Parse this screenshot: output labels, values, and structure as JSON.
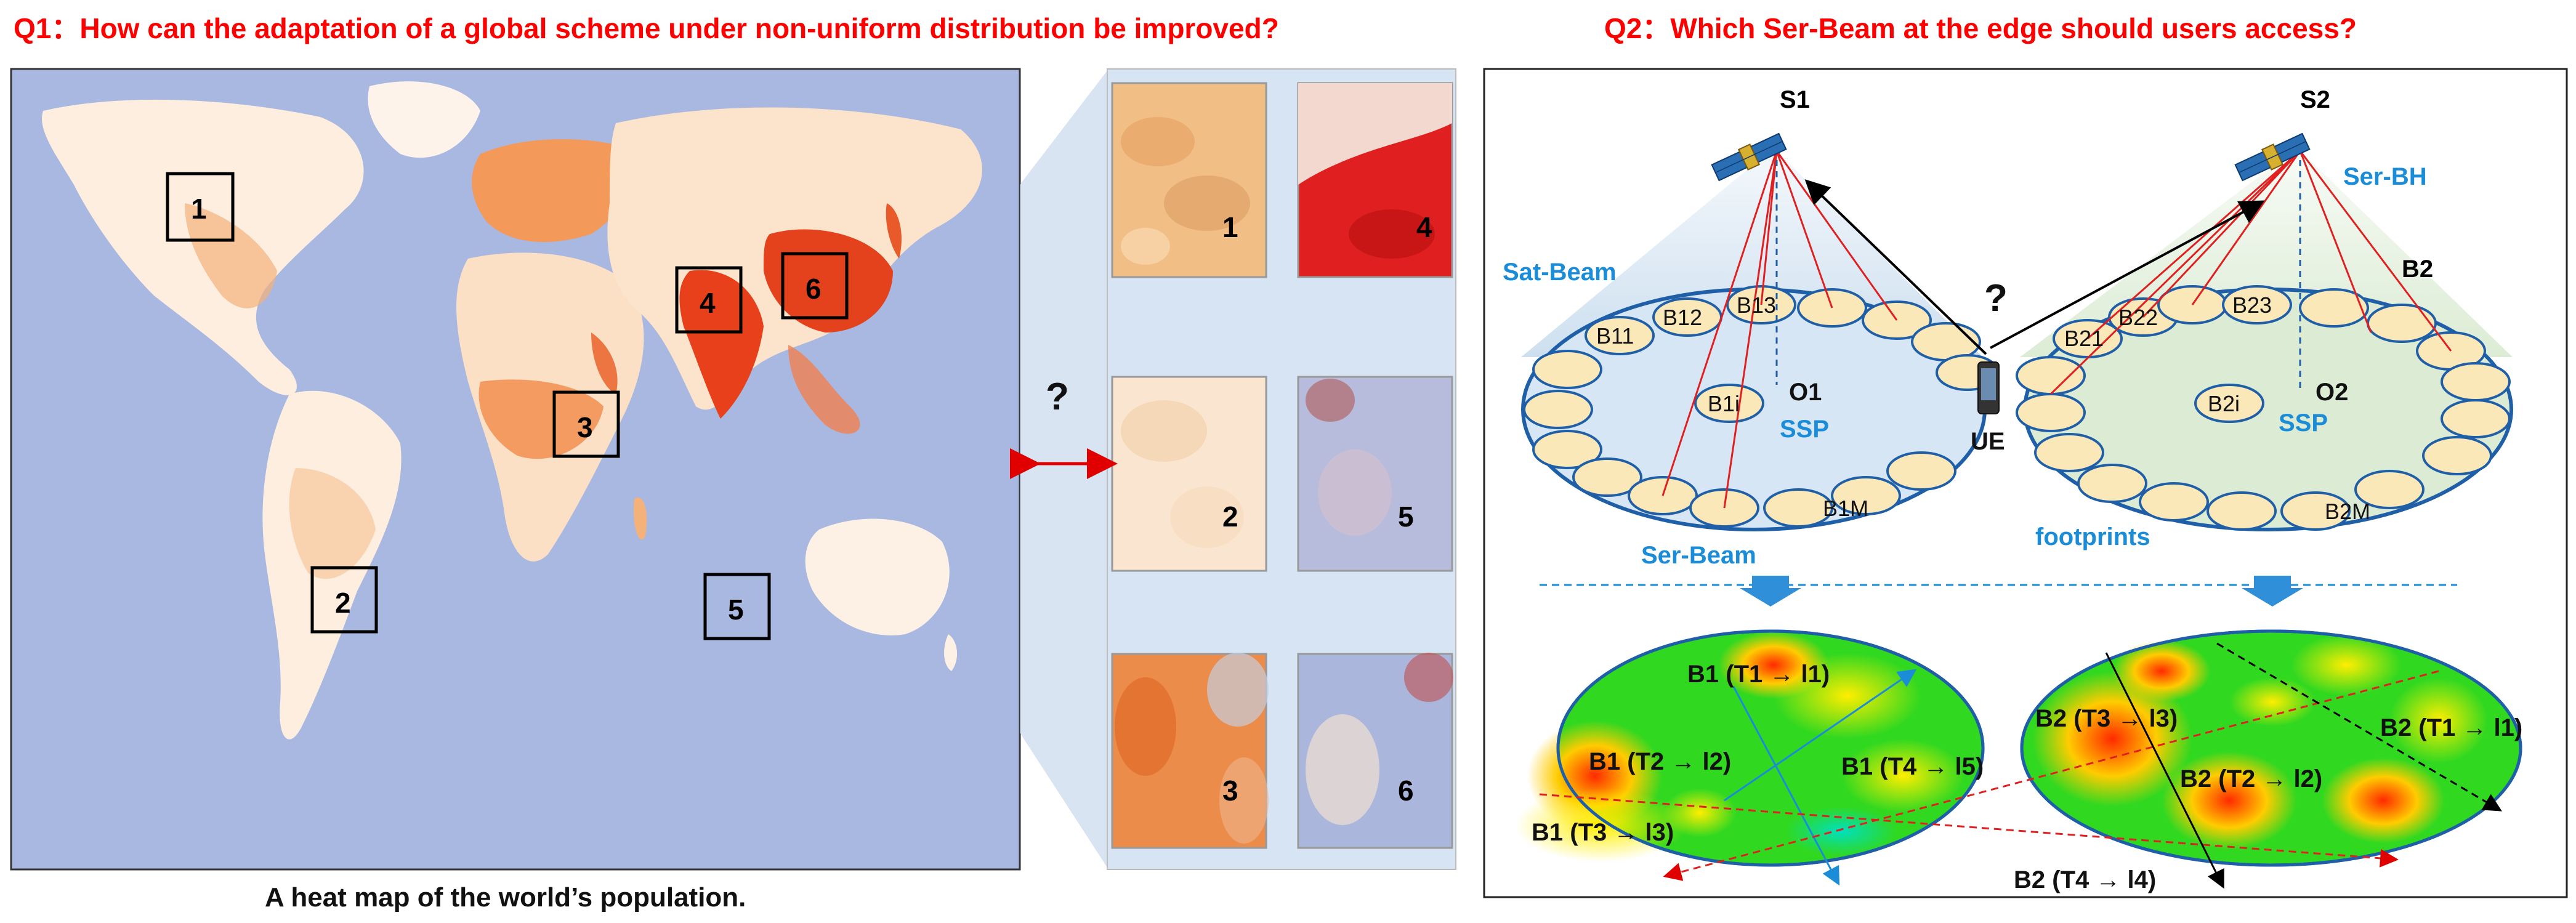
{
  "q1": {
    "title": "Q1：How can the adaptation of a global scheme under non-uniform distribution be improved?"
  },
  "q2": {
    "title": "Q2：Which Ser-Beam at the edge should users access?"
  },
  "map": {
    "caption": "A heat map of the world’s population.",
    "boxes": [
      "1",
      "2",
      "3",
      "4",
      "5",
      "6"
    ]
  },
  "patches": {
    "labels": [
      "1",
      "4",
      "2",
      "5",
      "3",
      "6"
    ]
  },
  "link": {
    "question": "?"
  },
  "satellites": {
    "s1": "S1",
    "s2": "S2"
  },
  "beams": {
    "sat_beam": "Sat-Beam",
    "ser_bh": "Ser-BH",
    "b2": "B2",
    "ser_beam": "Ser-Beam",
    "footprints": "footprints",
    "left": {
      "b11": "B11",
      "b12": "B12",
      "b13": "B13",
      "b1i": "B1i",
      "b1m": "B1M",
      "o1": "O1",
      "ssp": "SSP"
    },
    "right": {
      "b21": "B21",
      "b22": "B22",
      "b23": "B23",
      "b2i": "B2i",
      "b2m": "B2M",
      "o2": "O2",
      "ssp": "SSP"
    },
    "ue": "UE",
    "question": "?"
  },
  "heatmaps": {
    "left": [
      "B1 (T1 → l1)",
      "B1 (T2 → l2)",
      "B1 (T4 → l5)",
      "B1 (T3 → l3)"
    ],
    "right": [
      "B2 (T3 → l3)",
      "B2 (T1 → l1)",
      "B2 (T2 → l2)",
      "B2 (T4 → l4)"
    ]
  },
  "colors": {
    "question_red": "#ff0000",
    "label_blue": "#1a8cd8",
    "ocean": "#aab8e0",
    "ellipse_left": "#d6e6f4",
    "ellipse_right": "#dcebd4",
    "beam_fill": "#fbe8b8"
  }
}
